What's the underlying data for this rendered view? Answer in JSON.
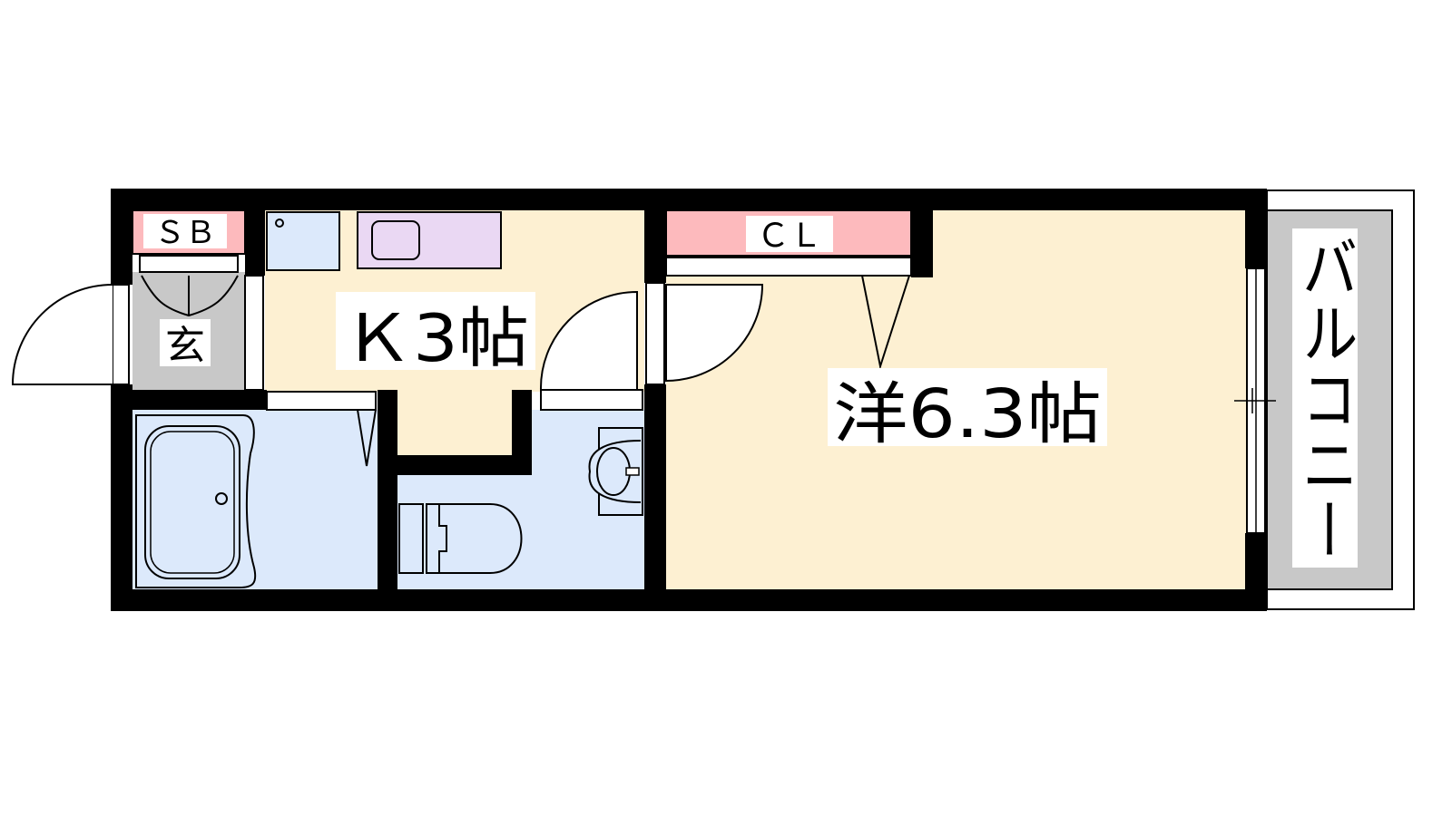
{
  "rooms": {
    "shoe_box": "ＳＢ",
    "entrance": "玄",
    "kitchen": "Ｋ3帖",
    "closet": "ＣＬ",
    "western_room": "洋6.3帖",
    "balcony": "バルコニー"
  },
  "colors": {
    "wall": "#000000",
    "room_floor": "#fdf0d2",
    "wet_area": "#dce9fb",
    "storage": "#fdbabd",
    "entrance_floor": "#c8c8c8",
    "balcony_floor": "#c8c8c8",
    "sink": "#ead8f3"
  }
}
